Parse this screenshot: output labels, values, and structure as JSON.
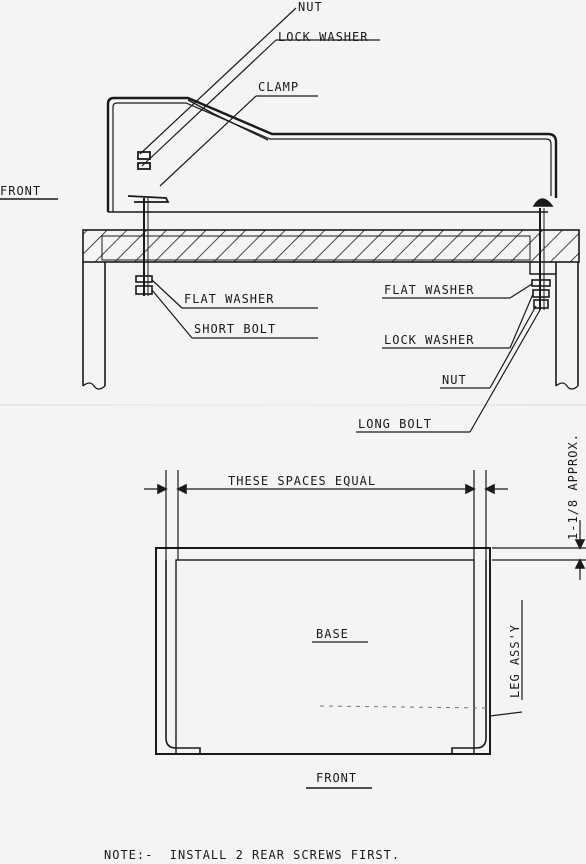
{
  "top_view": {
    "labels": {
      "nut": "NUT",
      "lock_washer_top": "LOCK WASHER",
      "clamp": "CLAMP",
      "front_left": "FRONT",
      "flat_washer_left": "FLAT WASHER",
      "short_bolt": "SHORT BOLT",
      "flat_washer_right": "FLAT WASHER",
      "lock_washer_right": "LOCK WASHER",
      "nut_right": "NUT",
      "long_bolt": "LONG BOLT"
    }
  },
  "plan_view": {
    "labels": {
      "spaces_equal": "THESE SPACES EQUAL",
      "approx": "1-1/8 APPROX.",
      "base": "BASE",
      "leg_assy": "LEG ASS'Y",
      "front": "FRONT"
    }
  },
  "note": "NOTE:-  INSTALL 2 REAR SCREWS FIRST.",
  "colors": {
    "paper": "#f4f4f2",
    "ink": "#1a1a1a"
  }
}
